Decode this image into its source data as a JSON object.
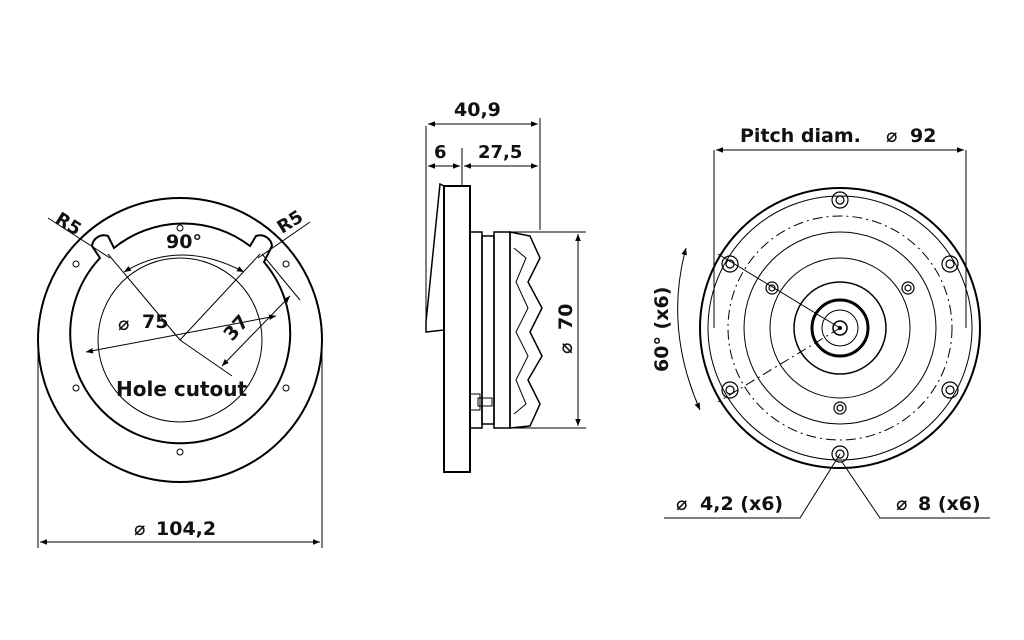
{
  "left_view": {
    "radius_left": "R5",
    "radius_right": "R5",
    "angle": "90°",
    "inner_diameter": "75",
    "slot_length": "37",
    "cutout_label": "Hole cutout",
    "outer_diameter": "104,2"
  },
  "side_view": {
    "total_depth": "40,9",
    "flange_thickness": "6",
    "body_depth": "27,5",
    "body_diameter": "70"
  },
  "right_view": {
    "pitch_label": "Pitch diam.",
    "pitch_diameter": "92",
    "angle_spacing": "60° (x6)",
    "hole_small": "4,2 (x6)",
    "hole_large": "8 (x6)"
  },
  "symbols": {
    "diameter": "⌀"
  },
  "colors": {
    "line": "#000000",
    "text": "#111111",
    "background": "#ffffff"
  }
}
